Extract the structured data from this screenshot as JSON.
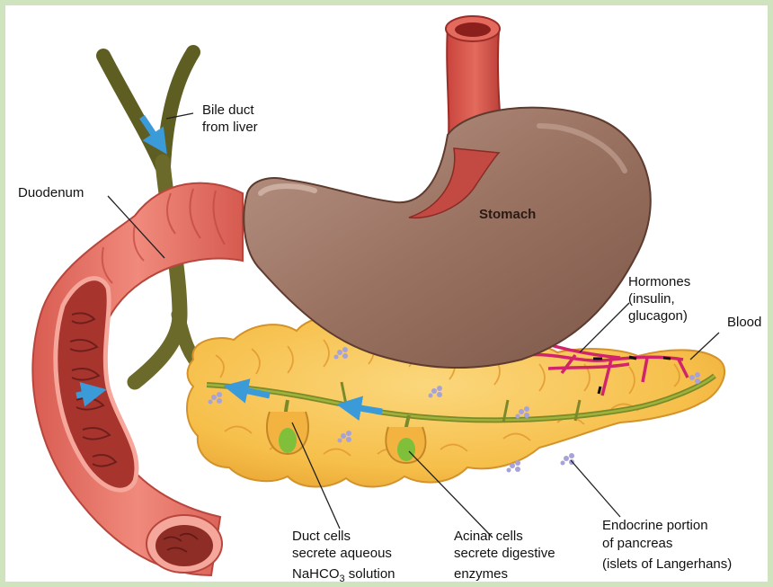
{
  "labels": {
    "bile_duct": [
      "Bile duct",
      "from liver"
    ],
    "duodenum": "Duodenum",
    "stomach": "Stomach",
    "hormones": [
      "Hormones",
      "(insulin,",
      "glucagon)"
    ],
    "blood": "Blood",
    "duct_cells": {
      "line1": "Duct cells",
      "line2": "secrete aqueous",
      "line3_pre": "NaHCO",
      "line3_sub": "3",
      "line3_post": " solution"
    },
    "acinar_cells": [
      "Acinar cells",
      "secrete digestive",
      "enzymes"
    ],
    "endocrine": [
      "Endocrine portion",
      "of pancreas",
      "(islets of Langerhans)"
    ]
  },
  "colors": {
    "frame": "#cfe3bf",
    "stomach": "#9a7262",
    "duodenum": "#e9776a",
    "pancreas": "#f7c04e",
    "bile_duct": "#6b6a2a",
    "blood_vessel": "#d2246b",
    "flow_arrow": "#3b9ad8",
    "islet_dot": "#a7a2d8"
  }
}
